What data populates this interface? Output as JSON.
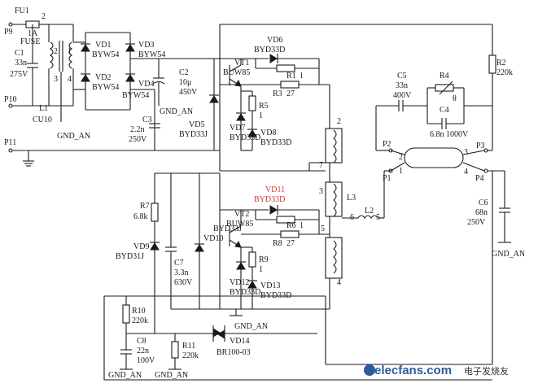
{
  "labels": {
    "fu1": "FU1",
    "fu1_rating": "1A",
    "fuse": "FUSE",
    "p9": "P9",
    "p10": "P10",
    "p11": "P11",
    "c1": "C1",
    "c1_val": "33n",
    "c1_volt": "275V",
    "l1": "L1",
    "l1_part": "CU10",
    "gnd_an_1": "GND_AN",
    "vd1": "VD1",
    "vd1_part": "BYW54",
    "vd2": "VD2",
    "vd2_part": "BYW54",
    "vd3": "VD3",
    "vd3_part": "BYW54",
    "vd4": "VD4",
    "vd4_part": "BYW54",
    "c2": "C2",
    "c2_val": "10μ",
    "c2_volt": "450V",
    "gnd_an_2": "GND_AN",
    "c3": "C3",
    "c3_val": "2.2n",
    "c3_volt": "250V",
    "vd5": "VD5",
    "vd5_part": "BYD33J",
    "vd6": "VD6",
    "vd6_part": "BYD33D",
    "vt1": "VT1",
    "vt1_part": "BUW85",
    "r1": "R1",
    "r1_val": "1",
    "r3": "R3",
    "r3_val": "27",
    "r5": "R5",
    "r5_val": "1",
    "vd7": "VD7",
    "vd7_part": "BYD33D",
    "vd8": "VD8",
    "vd8_part": "BYD33D",
    "r2": "R2",
    "r2_val": "220k",
    "c5": "C5",
    "c5_val": "33n",
    "c5_volt": "400V",
    "r4": "R4",
    "theta": "θ",
    "c4": "C4",
    "c4_val": "6.8n 1000V",
    "p1": "P1",
    "p2": "P2",
    "p3": "P3",
    "p4": "P4",
    "c6": "C6",
    "c6_val": "68n",
    "c6_volt": "250V",
    "gnd_an_3": "GND_AN",
    "r7": "R7",
    "r7_val": "6.8k",
    "vd9": "VD9",
    "vd9_part": "BYD31J",
    "c7": "C7",
    "c7_val": "3.3n",
    "c7_volt": "630V",
    "vd10": "VD10",
    "vd10_part": "BYD33J",
    "vt2": "VT2",
    "vt2_part": "BUW85",
    "vd11": "VD11",
    "vd11_part": "BYD33D",
    "r6": "R6",
    "r6_val": "1",
    "r8": "R8",
    "r8_val": "27",
    "r9": "R9",
    "r9_val": "1",
    "vd12": "VD12",
    "vd12_part": "BYD33D",
    "vd13": "VD13",
    "vd13_part": "BYD33D",
    "l3": "L3",
    "l2": "L2",
    "gnd_an_4": "GND_AN",
    "r10": "R10",
    "r10_val": "220k",
    "c8": "C8",
    "c8_val": "22n",
    "c8_volt": "100V",
    "r11": "R11",
    "r11_val": "220k",
    "vd14": "VD14",
    "vd14_part": "BR100-03",
    "gnd_an_5": "GND_AN",
    "gnd_an_6": "GND_AN",
    "pin1": "1",
    "pin2": "2",
    "pin3": "3",
    "pin4": "4",
    "pin5": "5",
    "pin6": "6",
    "pin7": "7"
  },
  "watermark": {
    "site": "elecfans.com",
    "cn": "电子发烧友"
  },
  "colors": {
    "ink": "#1a1a1a",
    "highlight": "#d23a2a",
    "watermark": "#2d5c9c"
  }
}
